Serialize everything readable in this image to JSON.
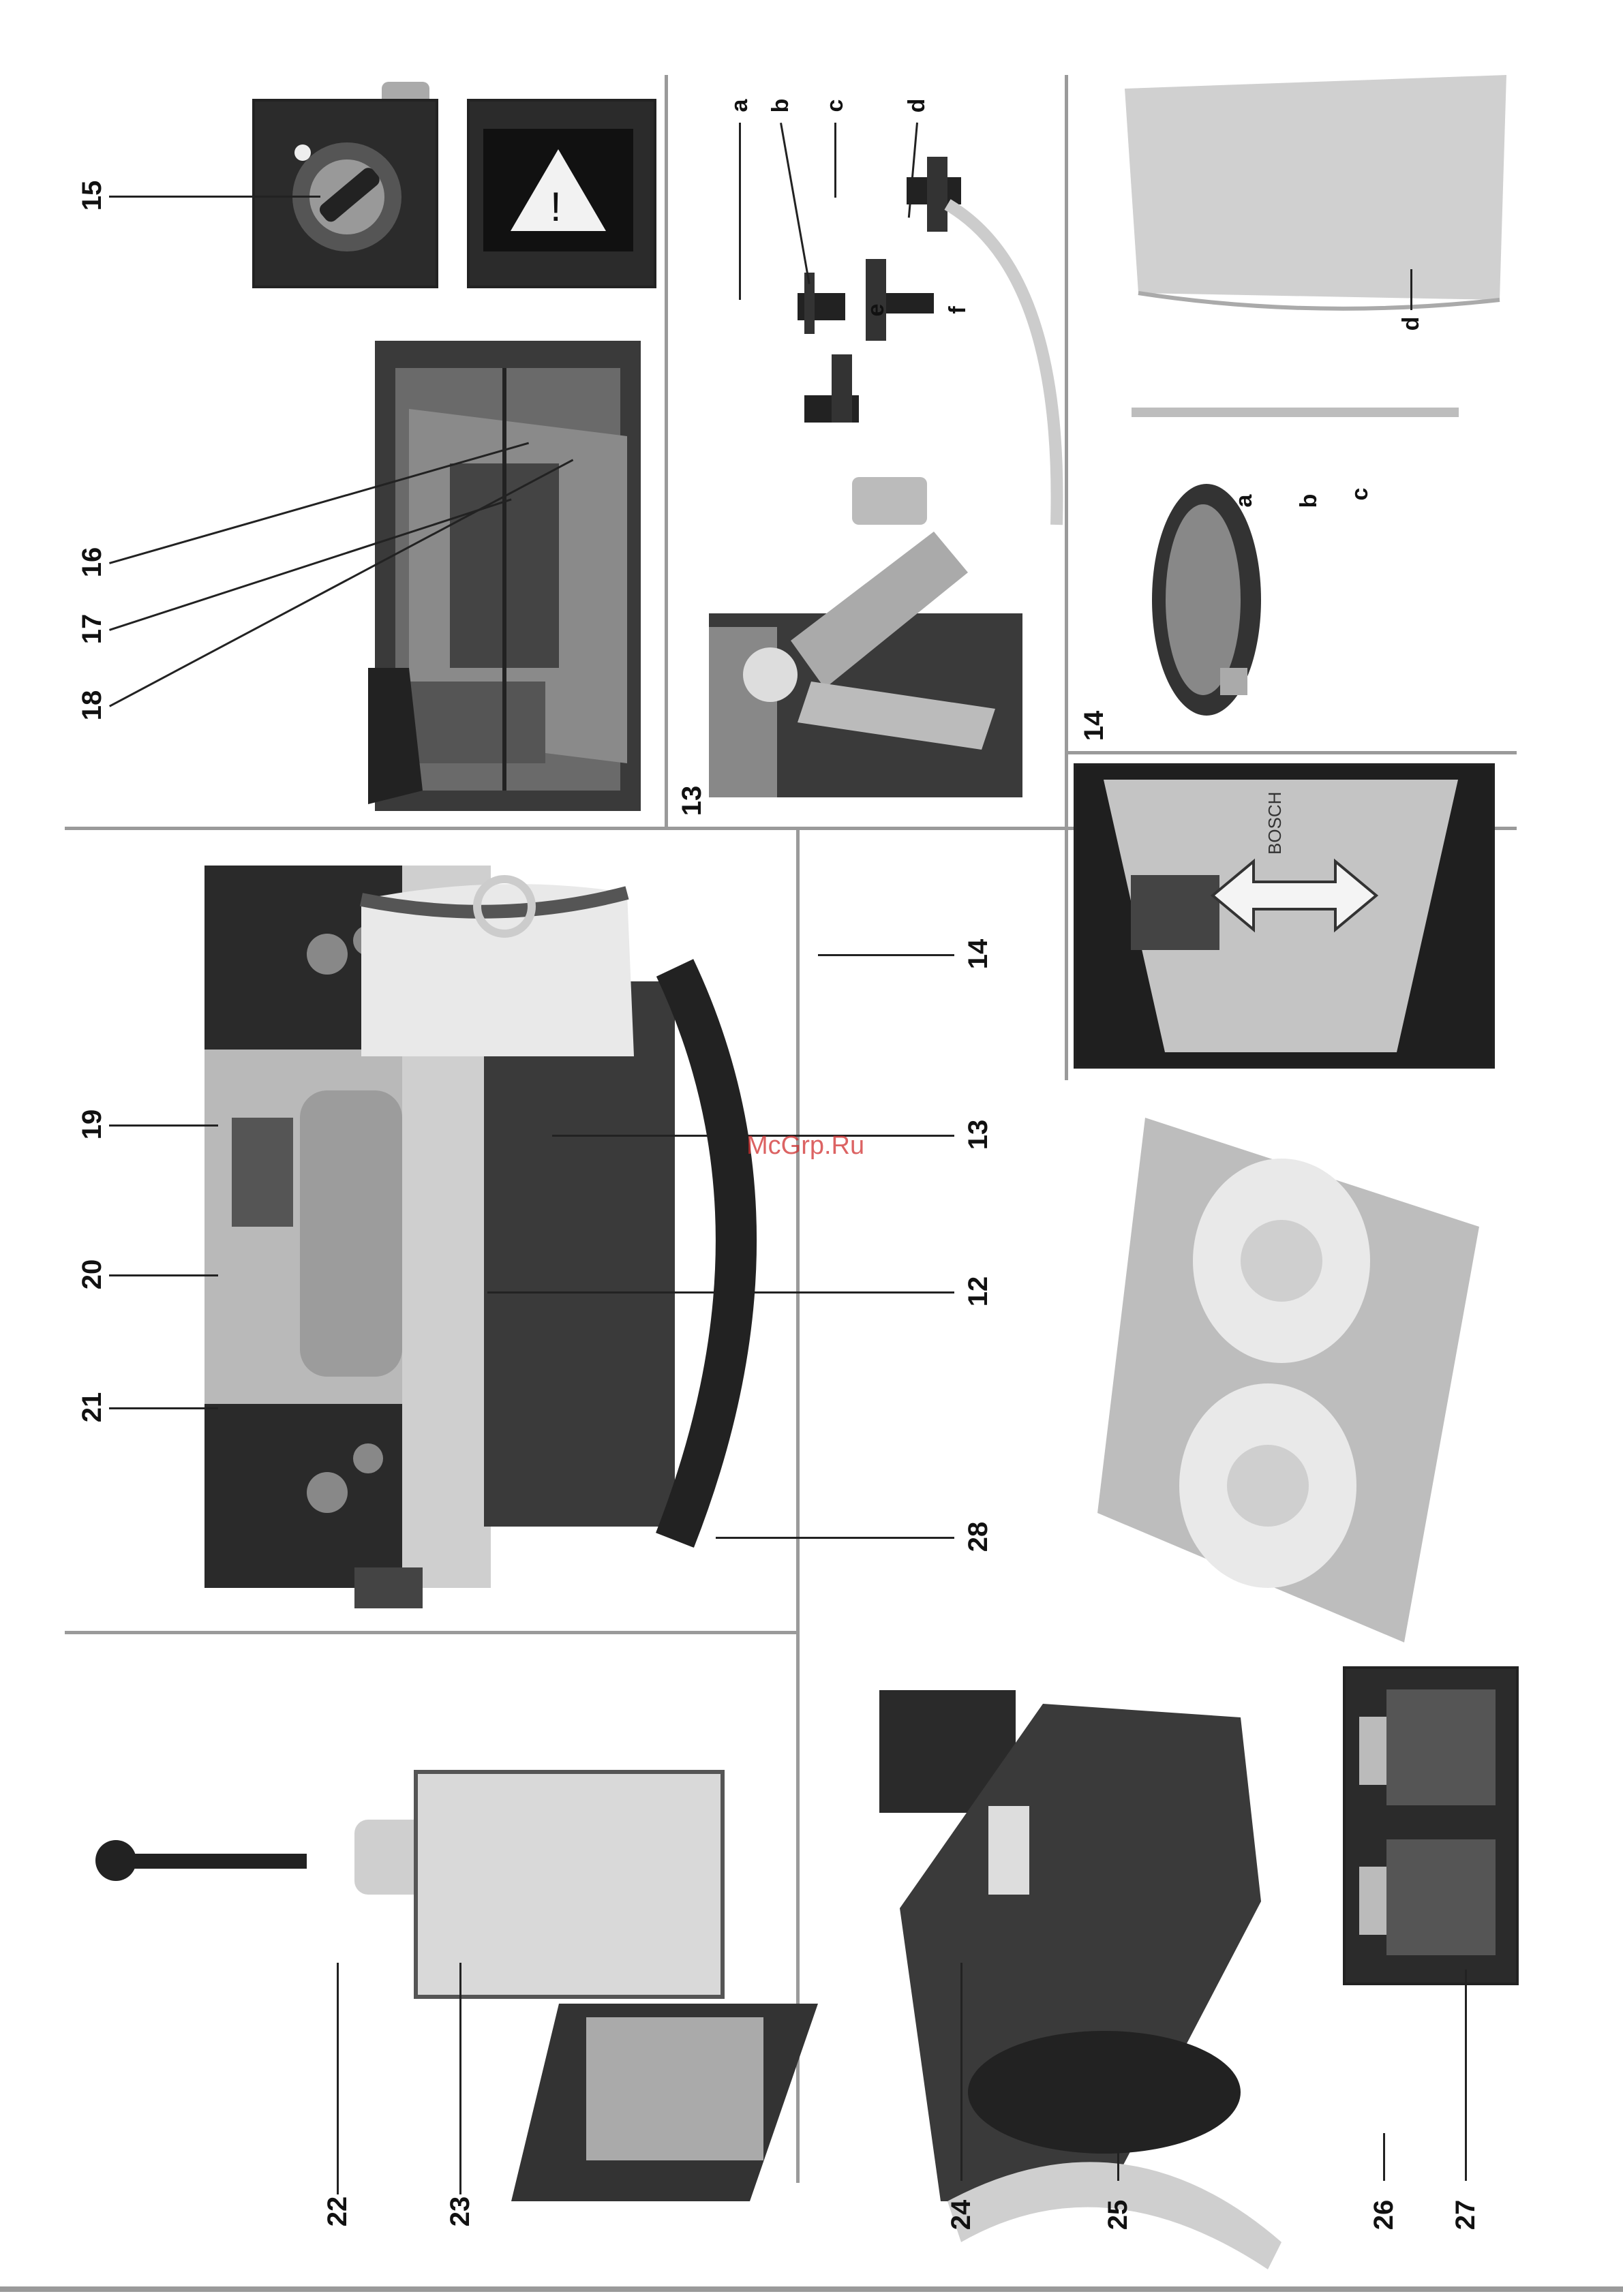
{
  "watermark": "McGrp.Ru",
  "brand_text": "BOSCH",
  "callouts": {
    "n15": "15",
    "n16": "16",
    "n17": "17",
    "n18": "18",
    "n13a": "13",
    "ca": "a",
    "cb": "b",
    "cc": "c",
    "cd": "d",
    "ce": "e",
    "cf": "f",
    "n19": "19",
    "n20": "20",
    "n21": "21",
    "n12": "12",
    "n13": "13",
    "n14": "14",
    "n28": "28",
    "n14b": "14",
    "c14a": "a",
    "c14b": "b",
    "c14c": "c",
    "c14d": "d",
    "n22": "22",
    "n23": "23",
    "n24": "24",
    "n25": "25",
    "n26": "26",
    "n27": "27"
  },
  "colors": {
    "dark": "#2a2a2a",
    "metal": "#b9b9b9",
    "light": "#e4e4e4",
    "line": "#9a9a9a"
  }
}
